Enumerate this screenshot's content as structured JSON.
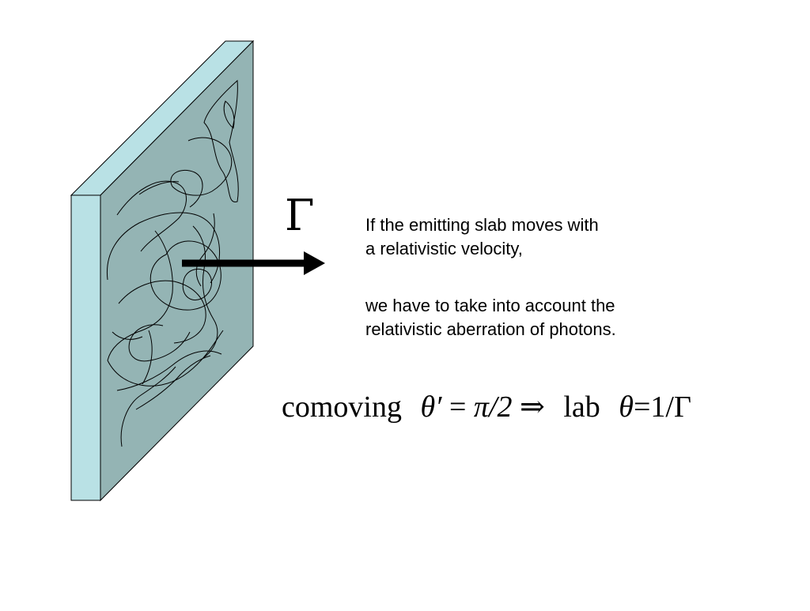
{
  "gamma_label": "Γ",
  "description": {
    "line1": "If the emitting slab moves with",
    "line2": "a relativistic velocity,",
    "line3": "we have to take into account the",
    "line4": "relativistic aberration of photons."
  },
  "formula": {
    "comoving_word": "comoving",
    "comoving_lhs": "θ′",
    "comoving_eq": "=",
    "comoving_rhs": "π/2",
    "implies": "⇒",
    "lab_word": "lab",
    "lab_lhs": "θ",
    "lab_eq": "=",
    "lab_rhs": "1/Γ"
  },
  "colors": {
    "slab_front": "#94b4b4",
    "slab_edge": "#b9e1e5",
    "outline": "#000000",
    "arrow": "#000000"
  }
}
